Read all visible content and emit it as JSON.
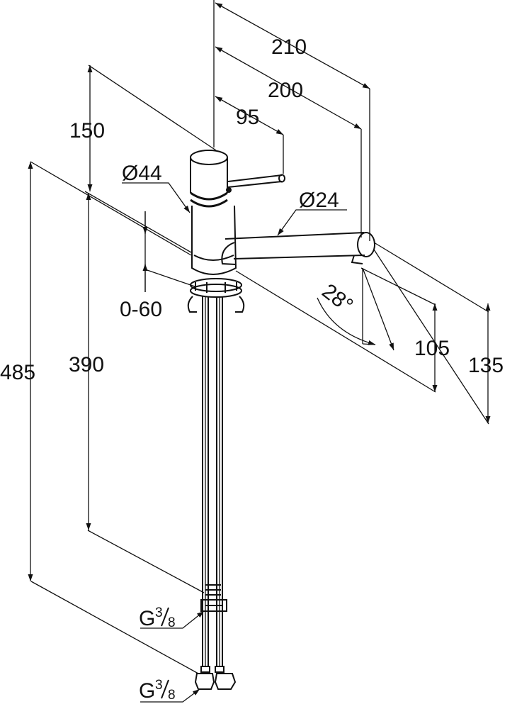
{
  "colors": {
    "ink": "#111111",
    "background": "#ffffff"
  },
  "dimensions": {
    "total_width": "210",
    "spout_reach": "200",
    "lever_reach": "95",
    "lever_rise": "150",
    "total_height": "485",
    "body_diameter": "Ø44",
    "spout_diameter": "Ø24",
    "deck_thickness": "0-60",
    "swivel_angle": "28°",
    "height_under_spout": "390",
    "outlet_height": "105",
    "spout_height": "135"
  },
  "connections": {
    "upper_thread": {
      "main": "G",
      "numerator": "3",
      "denominator": "8"
    },
    "lower_thread": {
      "main": "G",
      "numerator": "3",
      "denominator": "8"
    }
  }
}
